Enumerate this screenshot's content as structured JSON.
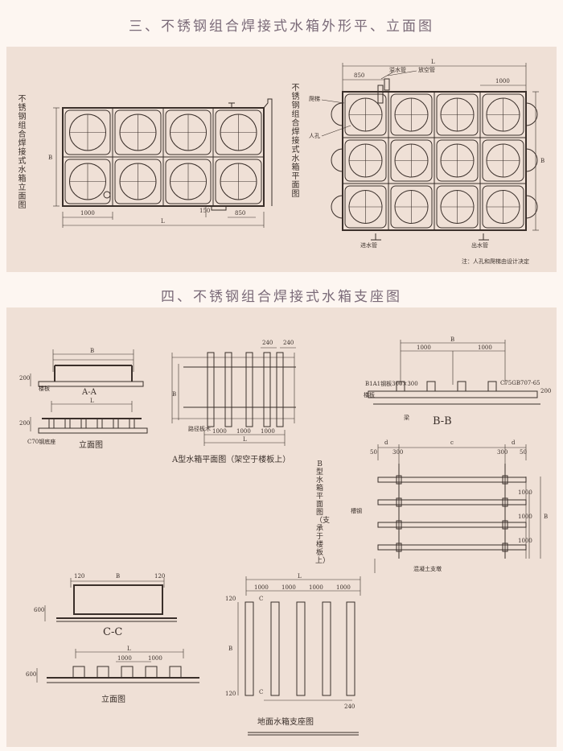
{
  "titles": {
    "section3": "三、不锈钢组合焊接式水箱外形平、立面图",
    "section4": "四、不锈钢组合焊接式水箱支座图"
  },
  "elevation": {
    "vertical_label": "不锈钢组合焊接式水箱 立面图",
    "dim_1000": "1000",
    "dim_L": "L",
    "dim_B": "B",
    "dim_150": "150",
    "dim_850": "850"
  },
  "plan": {
    "vertical_label": "不锈钢组合焊接式水箱 平面图",
    "dim_L": "L",
    "dim_850": "850",
    "dim_1000": "1000",
    "dim_B": "B",
    "overflow": "溢水管",
    "vent": "放空管",
    "ladder": "爬梯",
    "manhole": "人孔",
    "inlet": "进水管",
    "outlet": "出水管",
    "note": "注：人孔和爬梯由设计决定"
  },
  "aa": {
    "section": "A-A",
    "floorplate": "楼板",
    "beam": "C70钢底座",
    "elevation": "立面图",
    "dims": [
      "B",
      "L",
      "200",
      "200"
    ]
  },
  "typeA": {
    "caption": "A型水箱平面图（架空于楼板上）",
    "beam_label": "路径板木",
    "dims": [
      "1000",
      "1000",
      "1000",
      "L",
      "B",
      "240",
      "240"
    ]
  },
  "bb": {
    "steel": "B1A1钢板300×300",
    "floorplate": "楼板",
    "angle": "C75GB707-65",
    "beam": "梁",
    "section": "B-B",
    "dims": [
      "B",
      "1000",
      "1000",
      "200"
    ]
  },
  "typeB": {
    "caption": "B型水箱平面图（支承于楼板上）",
    "channel": "槽钢",
    "concrete": "混凝土支墩",
    "dims": [
      "d",
      "c",
      "d",
      "50",
      "300",
      "300",
      "50",
      "1000",
      "1000",
      "1000",
      "B"
    ]
  },
  "cc": {
    "section": "C-C",
    "dims": [
      "120",
      "B",
      "120",
      "600"
    ]
  },
  "ground_elev": {
    "caption": "立面图",
    "dims": [
      "L",
      "1000",
      "1000",
      "600"
    ]
  },
  "ground_plan": {
    "caption": "地面水箱支座图",
    "dims": [
      "L",
      "1000",
      "1000",
      "1000",
      "1000",
      "B",
      "120",
      "120",
      "240"
    ],
    "marks": [
      "C",
      "C"
    ]
  }
}
